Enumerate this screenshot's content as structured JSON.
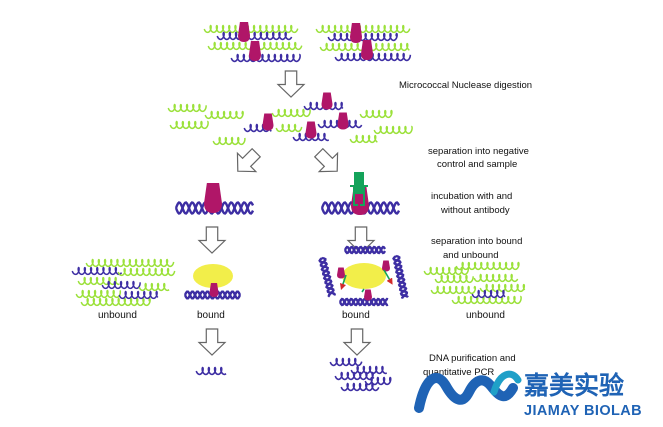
{
  "steps": {
    "digestion": "Micrococcal Nuclease digestion",
    "separation_line1": "separation into negative",
    "separation_line2": "control and sample",
    "incubation_line1": "incubation with and",
    "incubation_line2": "without antibody",
    "bound_sep_line1": "separation into bound",
    "bound_sep_line2": "and unbound",
    "purification_line1": "DNA purification and",
    "purification_line2": "quantitative PCR"
  },
  "labels": {
    "unbound_left": "unbound",
    "bound_left": "bound",
    "bound_right": "bound",
    "unbound_right": "unbound"
  },
  "watermark": {
    "chinese": "嘉美实验",
    "english": "JIAMAY BIOLAB"
  },
  "colors": {
    "linker_dna": "#9be13a",
    "nucleosome_dna": "#3d2ea3",
    "histone": "#b01668",
    "antibody": "#14a35a",
    "bead": "#f2ee4a",
    "arrow": "#666666",
    "brand": "#1f63b5"
  }
}
